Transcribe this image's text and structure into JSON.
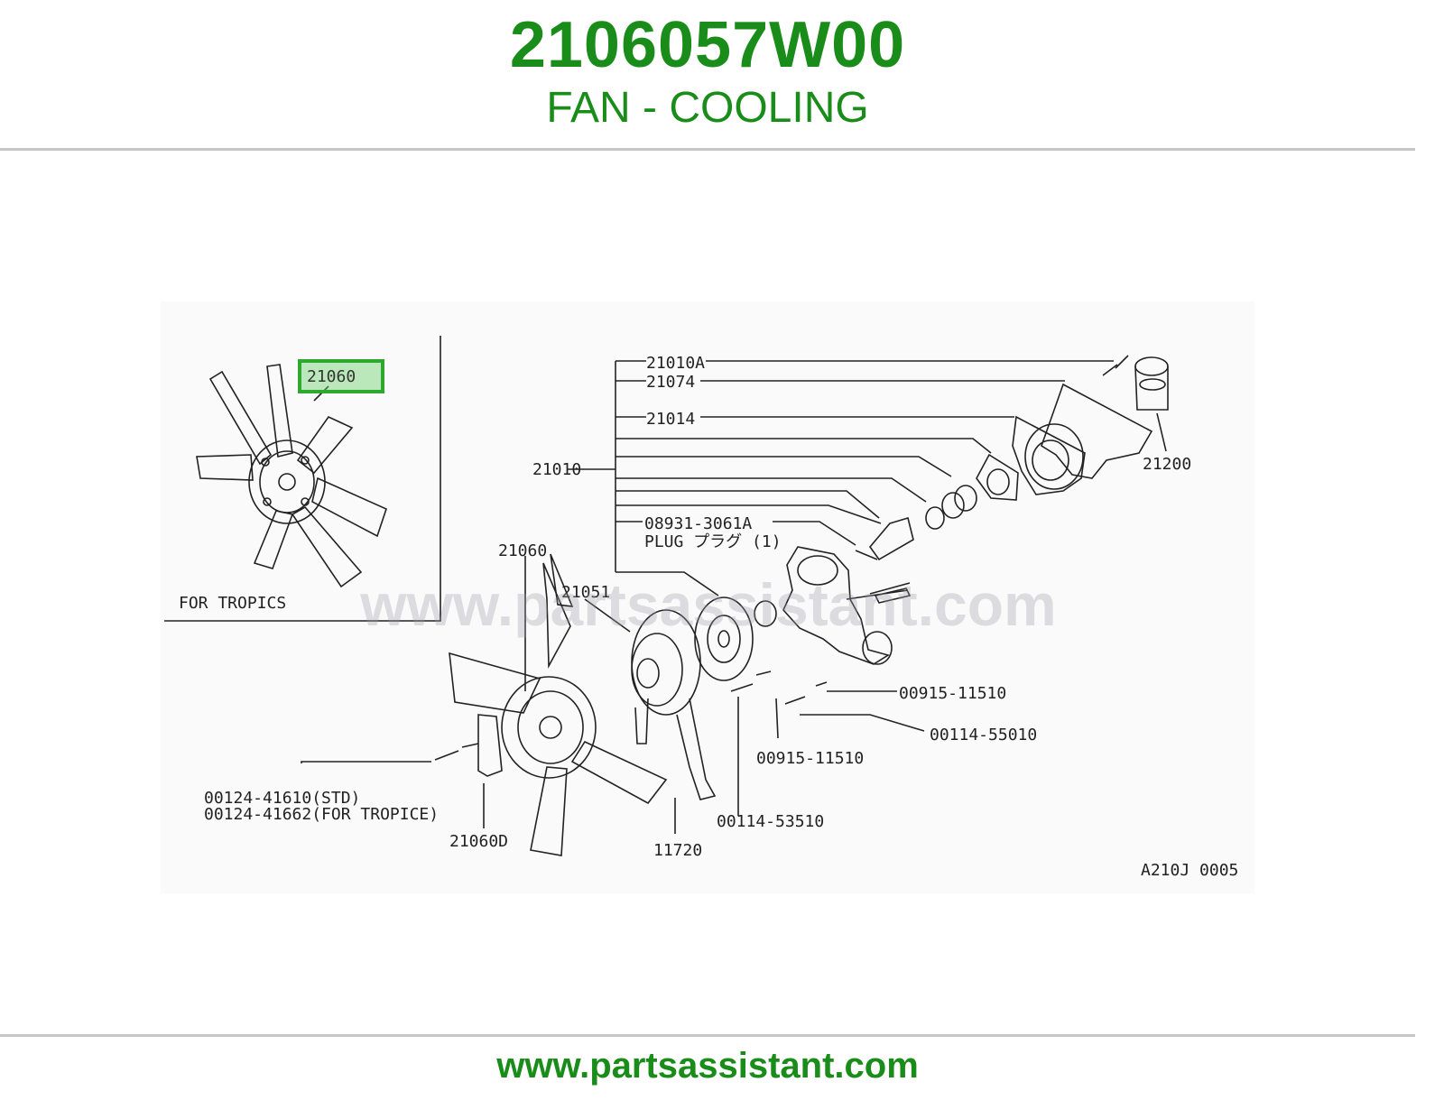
{
  "header": {
    "part_number": "2106057W00",
    "part_name": "FAN - COOLING"
  },
  "diagram": {
    "highlight_label": "21060",
    "inset_caption": "FOR TROPICS",
    "labels": {
      "l_21010A": "21010A",
      "l_21074": "21074",
      "l_21014": "21014",
      "l_21010": "21010",
      "l_08931": "08931-3061A",
      "l_plug": "PLUG プラグ (1)",
      "l_21200": "21200",
      "l_21060": "21060",
      "l_21051": "21051",
      "l_00915a": "00915-11510",
      "l_00114a": "00114-55010",
      "l_00915b": "00915-11510",
      "l_00114b": "00114-53510",
      "l_00124std": "00124-41610(STD)",
      "l_00124trop": "00124-41662(FOR TROPICE)",
      "l_21060D": "21060D",
      "l_11720": "11720",
      "l_code": "A210J 0005"
    }
  },
  "watermark": "www.partsassistant.com",
  "footer": {
    "url": "www.partsassistant.com"
  },
  "colors": {
    "brand_green": "#1a8c1a",
    "highlight": "#2ea82e"
  }
}
